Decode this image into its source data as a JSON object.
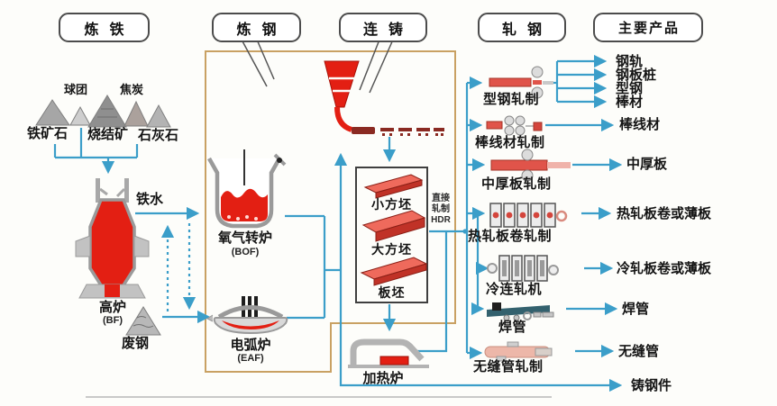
{
  "stage_labels": {
    "ironmaking": "炼铁",
    "steelmaking": "炼钢",
    "casting": "连铸",
    "rolling": "轧钢",
    "main_products": "主要产品"
  },
  "raw_materials": {
    "pellet": "球团",
    "coke": "焦炭",
    "iron_ore": "铁矿石",
    "sinter": "烧结矿",
    "limestone": "石灰石"
  },
  "ironmaking": {
    "blast_furnace": "高炉",
    "blast_furnace_abbr": "(BF)",
    "molten_iron": "铁水",
    "scrap_steel": "废钢"
  },
  "steelmaking": {
    "bof": "氧气转炉",
    "bof_abbr": "(BOF)",
    "eaf": "电弧炉",
    "eaf_abbr": "(EAF)"
  },
  "casting": {
    "billet": "小方坯",
    "bloom": "大方坯",
    "slab": "板坯",
    "hdr_line1": "直接",
    "hdr_line2": "轧制",
    "hdr_line3": "HDR",
    "reheat_furnace": "加热炉"
  },
  "mills": {
    "section": "型钢轧制",
    "bar_wire": "棒线材轧制",
    "plate": "中厚板轧制",
    "hot_strip": "热轧板卷轧制",
    "cold_mill": "冷连轧机",
    "welded_pipe": "焊管",
    "seamless": "无缝管轧制"
  },
  "products": {
    "rail": "钢轨",
    "sheet_pile": "钢板桩",
    "section_steel": "型钢",
    "bar": "棒材",
    "bar_wire": "棒线材",
    "medium_plate": "中厚板",
    "hot_coil": "热轧板卷或薄板",
    "cold_coil": "冷轧板卷或薄板",
    "welded_pipe": "焊管",
    "seamless_pipe": "无缝管",
    "cast_steel_parts": "铸钢件"
  },
  "colors": {
    "flow_blue": "#3b9ec9",
    "box_tan": "#c9a163",
    "hot_red": "#e31f13"
  }
}
